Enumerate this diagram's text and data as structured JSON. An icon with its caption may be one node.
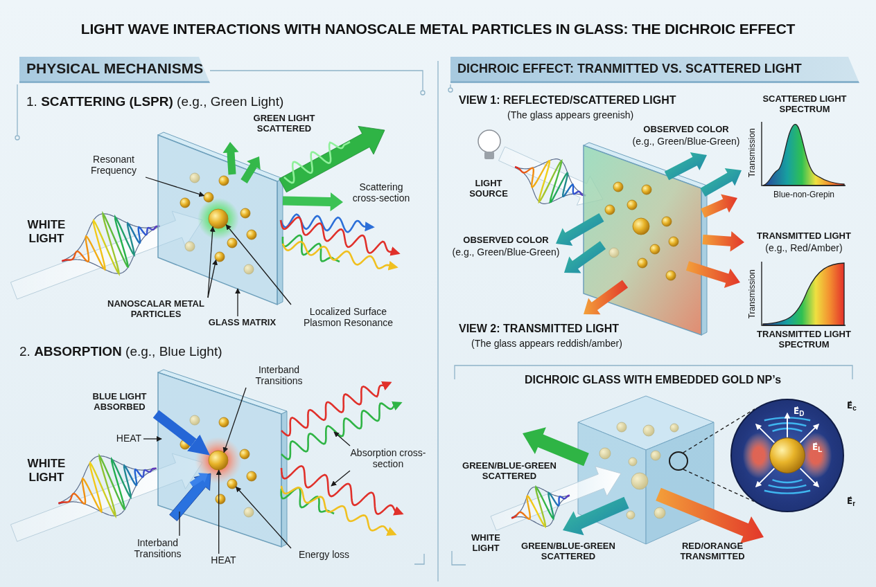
{
  "diagram": {
    "title": "LIGHT WAVE INTERACTIONS WITH NANOSCALE METAL PARTICLES IN GLASS: THE DICHROIC EFFECT",
    "nodes": [
      {
        "text": [
          "PHYSICAL MECHANISMS"
        ]
      },
      {
        "text": [
          "DICHROIC EFFECT: TRANMITTED VS. SCATTERED LIGHT"
        ]
      },
      {
        "text": [
          "Resonant Frequency"
        ]
      },
      {
        "text": [
          "NANOSCALAR METAL PARTICLES"
        ]
      },
      {
        "text": [
          "GLASS MATRIX"
        ]
      },
      {
        "text": [
          "Localized Surface Plasmon Resonance"
        ]
      },
      {
        "text": [
          "Interband Transitions"
        ]
      },
      {
        "text": [
          "HEAT"
        ]
      },
      {
        "text": [
          "Absorption cross-section"
        ]
      },
      {
        "text": [
          "Interband Transitions"
        ]
      },
      {
        "text": [
          "HEAT"
        ]
      },
      {
        "text": [
          "Energy loss"
        ]
      },
      {
        "text": [],
        "shape": "circle"
      },
      {
        "text": [
          "E⃗$_{D}$",
          "E⃗$_{L}$"
        ],
        "beside": [
          "E⃗$_{c}$",
          "E⃗$_{r}$"
        ]
      },
      {
        "text": [],
        "shape": "box"
      },
      {
        "text": [],
        "shape": "circle",
        "in": 14
      },
      {
        "text": [],
        "shape": "circle",
        "in": 14
      },
      {
        "text": [],
        "shape": "circle",
        "in": 14
      },
      {
        "text": [],
        "shape": "box"
      },
      {
        "text": [],
        "shape": "circle",
        "in": 18
      },
      {
        "text": [],
        "shape": "circle",
        "in": 18
      },
      {
        "text": [],
        "shape": "arrow",
        "in": 18
      },
      {
        "text": [],
        "shape": "wave"
      },
      {
        "text": [],
        "shape": "wave"
      },
      {
        "text": [
          "BLUE LIGHT ABSORBED"
        ]
      }
    ],
    "edges": [
      {
        "from": 2,
        "to": 15,
        "arrow": "to"
      },
      {
        "from": 3,
        "to": 16,
        "arrow": "to"
      },
      {
        "from": 3,
        "to": 17,
        "arrow": "to"
      },
      {
        "from": 4,
        "to": 14,
        "arrow": "to"
      },
      {
        "from": 5,
        "to": 16,
        "arrow": "to"
      },
      {
        "from": 6,
        "to": 19,
        "arrow": "to"
      },
      {
        "from": 7,
        "to": 18,
        "arrow": "to"
      },
      {
        "from": 8,
        "to": 22,
        "arrow": "to"
      },
      {
        "from": 8,
        "to": 23,
        "arrow": "to"
      },
      {
        "from": 9,
        "to": 21,
        "arrow": "none"
      },
      {
        "from": 10,
        "to": 19,
        "arrow": "to"
      },
      {
        "from": 11,
        "to": 20,
        "arrow": "to"
      },
      {
        "from": 12,
        "to": 13,
        "arrow": "none",
        "style": "dashed"
      },
      {
        "from": 12,
        "to": 13,
        "arrow": "none",
        "style": "dashed"
      },
      {
        "from": 24,
        "to": 19,
        "arrow": "to",
        "style": "thick",
        "color": "#2566d6"
      }
    ],
    "labels": [
      "1. **SCATTERING (LSPR)** (e.g., Green Light)",
      "GREEN LIGHT SCATTERED",
      "WHITE LIGHT",
      "Scattering cross-section",
      "2. **ABSORPTION** (e.g., Blue Light)",
      "WHITE LIGHT",
      "VIEW 1: REFLECTED/SCATTERED LIGHT",
      "(The glass appears greenish)",
      "SCATTERED LIGHT SPECTRUM",
      "OBSERVED COLOR",
      "(e.g., Green/Blue-Green)",
      "LIGHT SOURCE",
      "Transmission",
      "Blue-non-Grepin",
      "OBSERVED COLOR",
      "(e.g., Green/Blue-Green)",
      "TRANSMITTED LIGHT",
      "(e.g., Red/Amber)",
      "Transmission",
      "TRANSMITTED LIGHT SPECTRUM",
      "VIEW 2: TRANSMITTED LIGHT",
      "(The glass appears reddish/amber)",
      "DICHROIC GLASS WITH EMBEDDED GOLD NP’s",
      "GREEN/BLUE-GREEN SCATTERED",
      "WHITE LIGHT",
      "GREEN/BLUE-GREEN SCATTERED",
      "RED/ORANGE TRANSMITTED"
    ]
  }
}
